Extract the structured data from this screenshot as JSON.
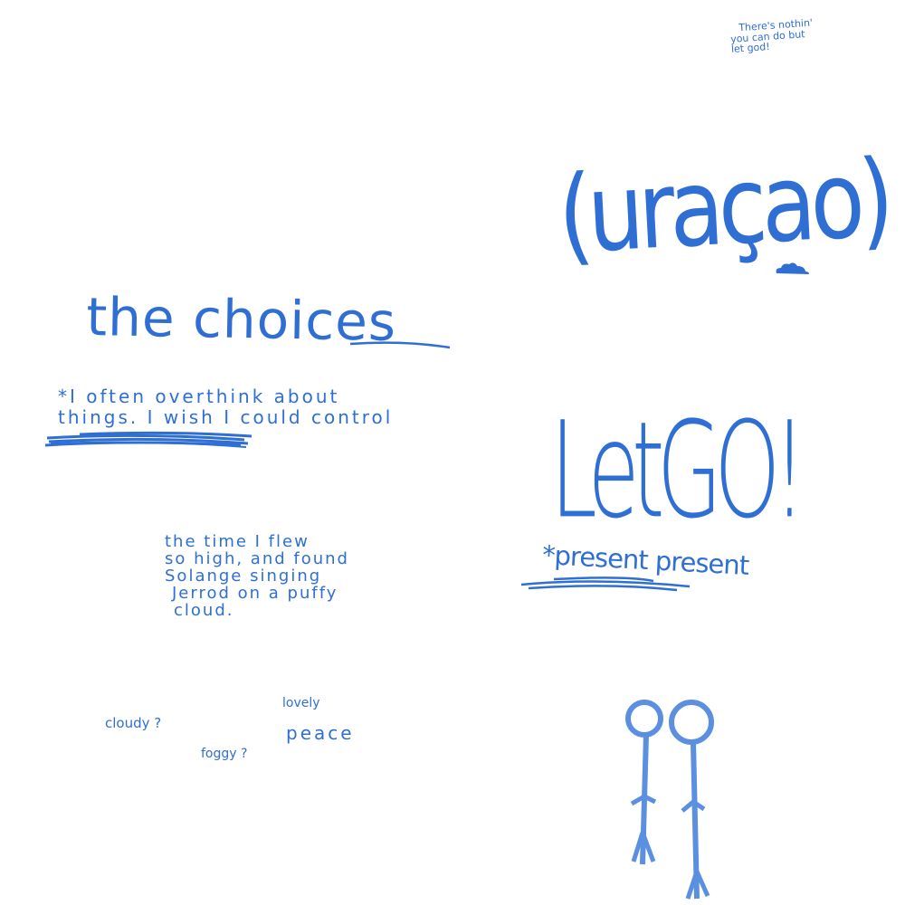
{
  "ink_color": "#2f6fd4",
  "background": "#ffffff",
  "notes": {
    "let_god": [
      "There's nothin'",
      "you can do but",
      "let god!"
    ],
    "curacao": "(uraçao)",
    "the_choices": "the choices",
    "overthink": [
      "*I often overthink about",
      "things. I wish I could control"
    ],
    "let_go": "LetGO!",
    "present": "*present present",
    "the_time": [
      "the time I flew",
      "so high, and found",
      "Solange singing",
      "Jerrod on a puffy",
      "cloud."
    ],
    "lovely": "lovely",
    "cloudy": "cloudy ?",
    "peace": "peace",
    "foggy": "foggy ?"
  },
  "drawings": [
    "cloud-doodle",
    "stick-figure-left",
    "stick-figure-right",
    "scribble-out-lines"
  ]
}
